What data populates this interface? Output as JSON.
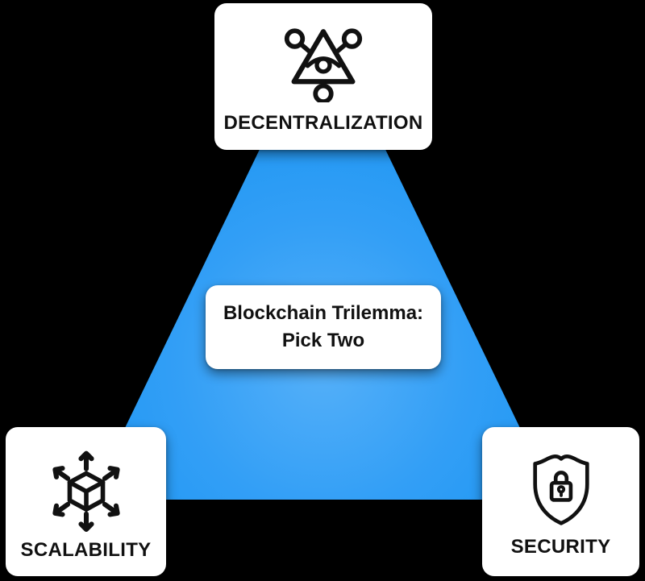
{
  "title": "Blockchain Trilemma diagram",
  "colors": {
    "background": "#000000",
    "triangle_blue": "#2097f3",
    "triangle_glow": "#55b0f9",
    "card_background": "#ffffff",
    "text": "#111111",
    "icon_stroke": "#111111"
  },
  "center_card": {
    "line1": "Blockchain Trilemma:",
    "line2": "Pick Two"
  },
  "nodes": {
    "decentralization": {
      "label": "DECENTRALIZATION",
      "icon": "network-eye-triangle-icon"
    },
    "scalability": {
      "label": "SCALABILITY",
      "icon": "cube-expand-arrows-icon"
    },
    "security": {
      "label": "SECURITY",
      "icon": "shield-lock-icon"
    }
  }
}
